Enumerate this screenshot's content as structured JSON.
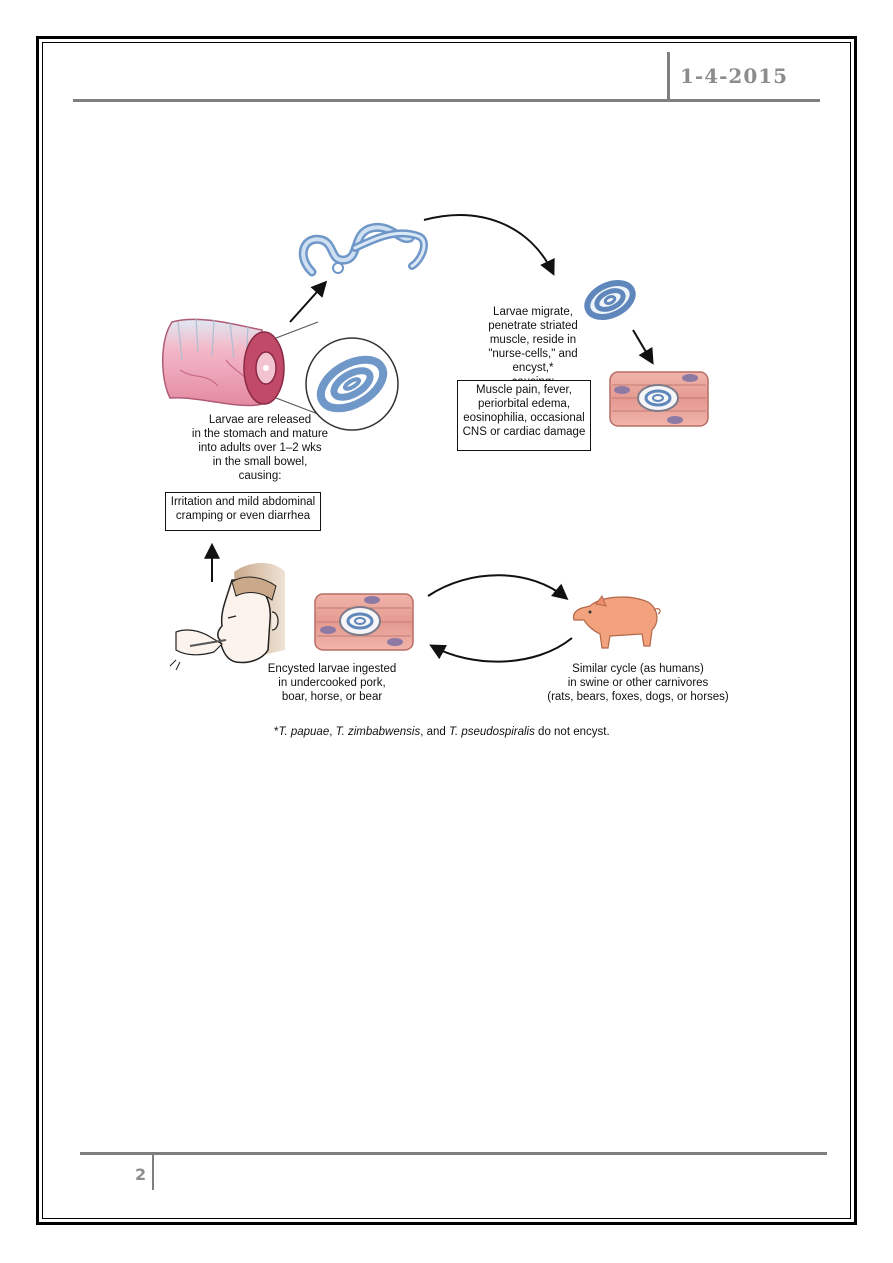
{
  "header": {
    "date": "1-4-2015"
  },
  "footer": {
    "page_number": "2"
  },
  "figure": {
    "larvae_released_label": "Larvae are released\nin the stomach and mature\ninto adults over 1–2 wks\nin the small bowel,\ncausing:",
    "intestinal_symptoms": "Irritation and mild abdominal\ncramping or even diarrhea",
    "larvae_migrate_label": "Larvae migrate,\npenetrate striated\nmuscle, reside in\n\"nurse-cells,\" and encyst,*\ncausing:",
    "muscle_symptoms": "Muscle pain, fever,\nperiorbital edema,\neosinophilia, occasional\nCNS or cardiac damage",
    "ingestion_label": "Encysted larvae ingested\nin undercooked pork,\nboar, horse, or bear",
    "animal_cycle_label": "Similar cycle (as humans)\nin swine or other carnivores\n(rats, bears, foxes, dogs, or horses)",
    "footnote": {
      "mark": "*",
      "species1": "T. papuae",
      "sep1": ", ",
      "species2": "T. zimbabwensis",
      "sep2": ", and ",
      "species3": "T. pseudospiralis",
      "tail": " do not encyst."
    }
  }
}
